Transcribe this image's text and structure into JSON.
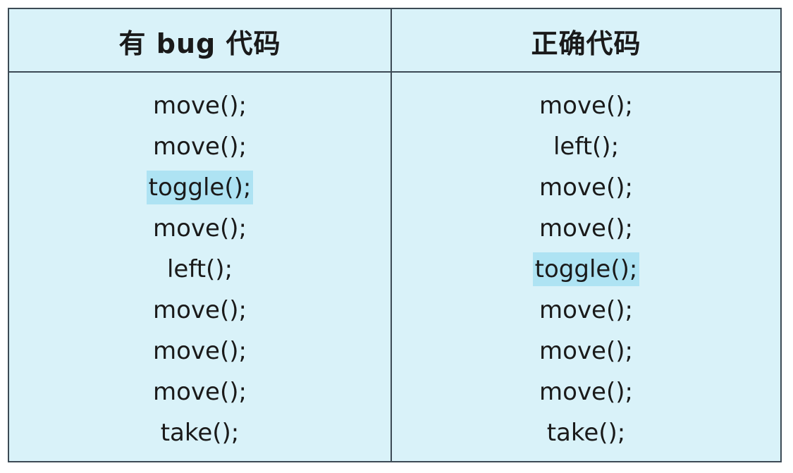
{
  "table": {
    "headers": {
      "buggy": "有 bug 代码",
      "correct": "正确代码"
    },
    "buggy_code": [
      {
        "text": "move();",
        "highlight": false
      },
      {
        "text": "move();",
        "highlight": false
      },
      {
        "text": "toggle();",
        "highlight": true
      },
      {
        "text": "move();",
        "highlight": false
      },
      {
        "text": "left();",
        "highlight": false
      },
      {
        "text": "move();",
        "highlight": false
      },
      {
        "text": "move();",
        "highlight": false
      },
      {
        "text": "move();",
        "highlight": false
      },
      {
        "text": "take();",
        "highlight": false
      }
    ],
    "correct_code": [
      {
        "text": "move();",
        "highlight": false
      },
      {
        "text": "left();",
        "highlight": false
      },
      {
        "text": "move();",
        "highlight": false
      },
      {
        "text": "move();",
        "highlight": false
      },
      {
        "text": "toggle();",
        "highlight": true
      },
      {
        "text": "move();",
        "highlight": false
      },
      {
        "text": "move();",
        "highlight": false
      },
      {
        "text": "move();",
        "highlight": false
      },
      {
        "text": "take();",
        "highlight": false
      }
    ],
    "colors": {
      "background": "#d9f2f9",
      "highlight": "#aee3f3",
      "border": "#3c4a55"
    }
  }
}
